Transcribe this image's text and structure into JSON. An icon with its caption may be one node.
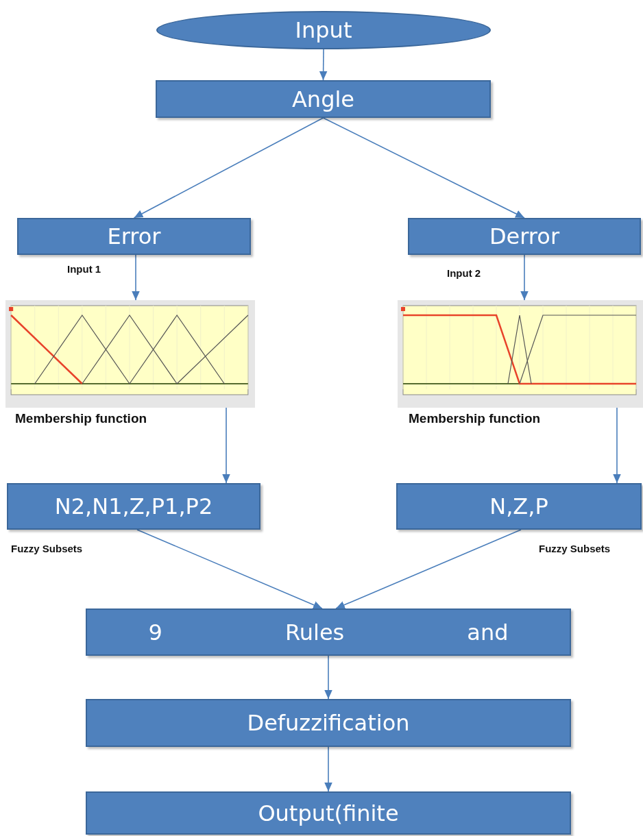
{
  "diagram": {
    "nodes": [
      {
        "text": [
          "Input"
        ]
      },
      {
        "text": [
          "Angle"
        ]
      },
      {
        "text": [
          "Error"
        ],
        "beside": [
          "Input 1"
        ]
      },
      {
        "text": [
          "Derror"
        ],
        "beside": [
          "Input 2"
        ]
      },
      {
        "text": [],
        "shape": "picture",
        "beside": [
          "Membership function"
        ]
      },
      {
        "text": [],
        "shape": "picture",
        "beside": [
          "Membership function"
        ]
      },
      {
        "text": [
          "N2,N1,Z,P1,P2"
        ],
        "beside": [
          "Fuzzy Subsets"
        ]
      },
      {
        "text": [
          "N,Z,P"
        ],
        "beside": [
          "Fuzzy Subsets"
        ]
      },
      {
        "text": [
          "9",
          "Rules",
          "and"
        ]
      },
      {
        "text": [
          "Defuzzification"
        ]
      },
      {
        "text": [
          "Output(finite"
        ]
      }
    ],
    "edges": [
      {
        "from": 0,
        "to": 1,
        "arrow": "to"
      },
      {
        "from": 1,
        "to": 2,
        "arrow": "to"
      },
      {
        "from": 1,
        "to": 3,
        "arrow": "to"
      },
      {
        "from": 2,
        "to": 4,
        "arrow": "to"
      },
      {
        "from": 3,
        "to": 5,
        "arrow": "to"
      },
      {
        "from": 4,
        "to": 6,
        "arrow": "to"
      },
      {
        "from": 5,
        "to": 7,
        "arrow": "to"
      },
      {
        "from": 6,
        "to": 8,
        "arrow": "to"
      },
      {
        "from": 7,
        "to": 8,
        "arrow": "to"
      },
      {
        "from": 8,
        "to": 9,
        "arrow": "to"
      },
      {
        "from": 9,
        "to": 10,
        "arrow": "to"
      }
    ]
  }
}
